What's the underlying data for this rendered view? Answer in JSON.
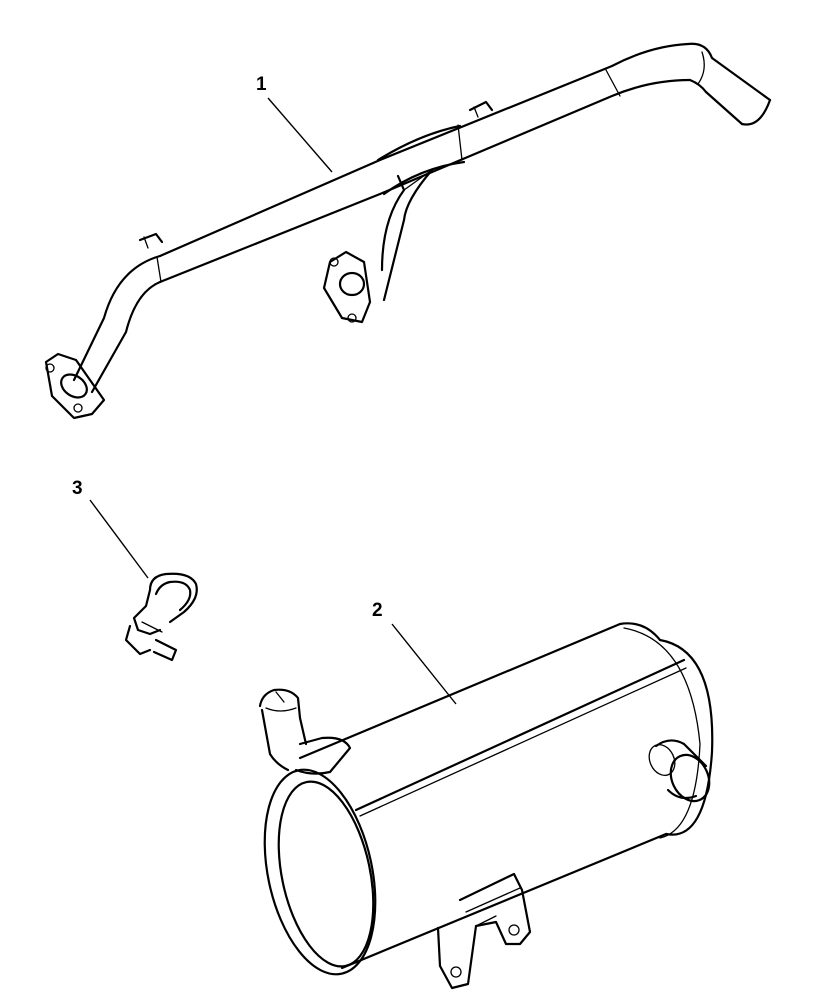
{
  "callouts": [
    {
      "number": "1"
    },
    {
      "number": "2"
    },
    {
      "number": "3"
    }
  ],
  "parts": [
    {
      "callout": "1"
    },
    {
      "callout": "2"
    },
    {
      "callout": "3"
    }
  ]
}
